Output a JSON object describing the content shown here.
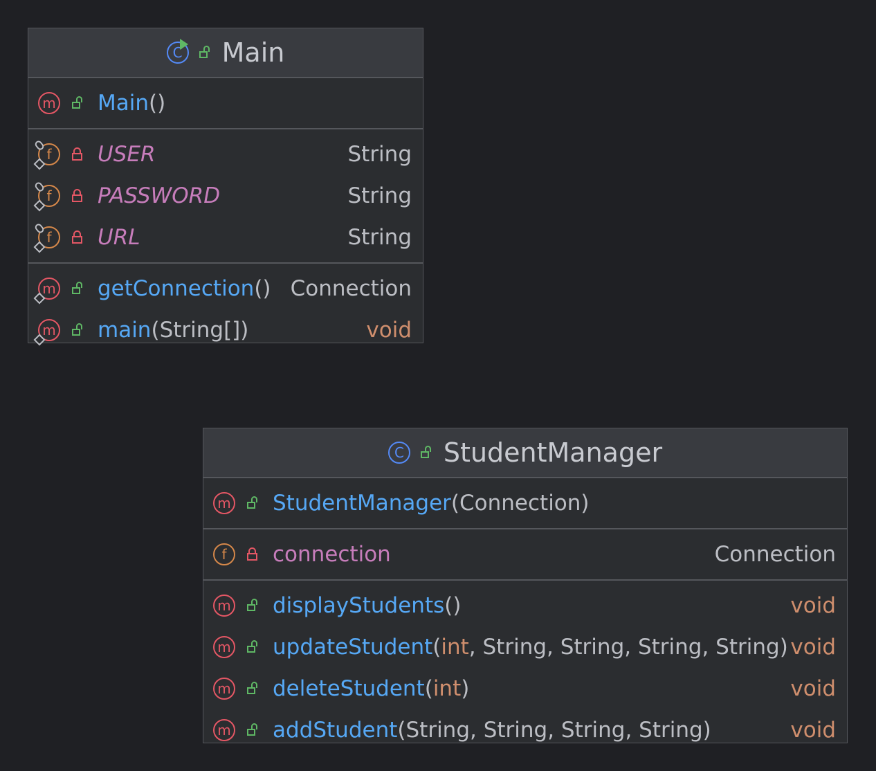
{
  "classes": [
    {
      "name": "Main",
      "constructor": {
        "name": "Main",
        "params": "()"
      },
      "fields": [
        {
          "name": "USER",
          "type": "String"
        },
        {
          "name": "PASSWORD",
          "type": "String"
        },
        {
          "name": "URL",
          "type": "String"
        }
      ],
      "methods": [
        {
          "name": "getConnection",
          "params": "()",
          "type": "Connection"
        },
        {
          "name": "main",
          "params": "(String[])",
          "type": "void"
        }
      ]
    },
    {
      "name": "StudentManager",
      "constructor": {
        "name": "StudentManager",
        "params": "(Connection)"
      },
      "fields": [
        {
          "name": "connection",
          "type": "Connection"
        }
      ],
      "methods": [
        {
          "name": "displayStudents",
          "params": "()",
          "type": "void"
        },
        {
          "name": "updateStudent",
          "params_open": "(",
          "params_kw": "int",
          "params_rest": ", String, String, String, String)",
          "type": "void"
        },
        {
          "name": "deleteStudent",
          "params_open": "(",
          "params_kw": "int",
          "params_rest": ")",
          "type": "void"
        },
        {
          "name": "addStudent",
          "params": "(String, String, String, String)",
          "type": "void"
        }
      ]
    }
  ],
  "icons": {
    "class": "class-icon",
    "method": "method-icon",
    "field": "field-icon",
    "public": "unlocked-icon",
    "private": "locked-icon"
  },
  "colors": {
    "background": "#1f2024",
    "box": "#2b2d30",
    "header": "#393b40",
    "method_name": "#56a8f5",
    "field_name": "#c77dbb",
    "keyword": "#cf8e6d",
    "class_icon": "#548af7",
    "method_icon": "#e55765",
    "field_icon": "#d6884a",
    "public": "#5fb865"
  }
}
